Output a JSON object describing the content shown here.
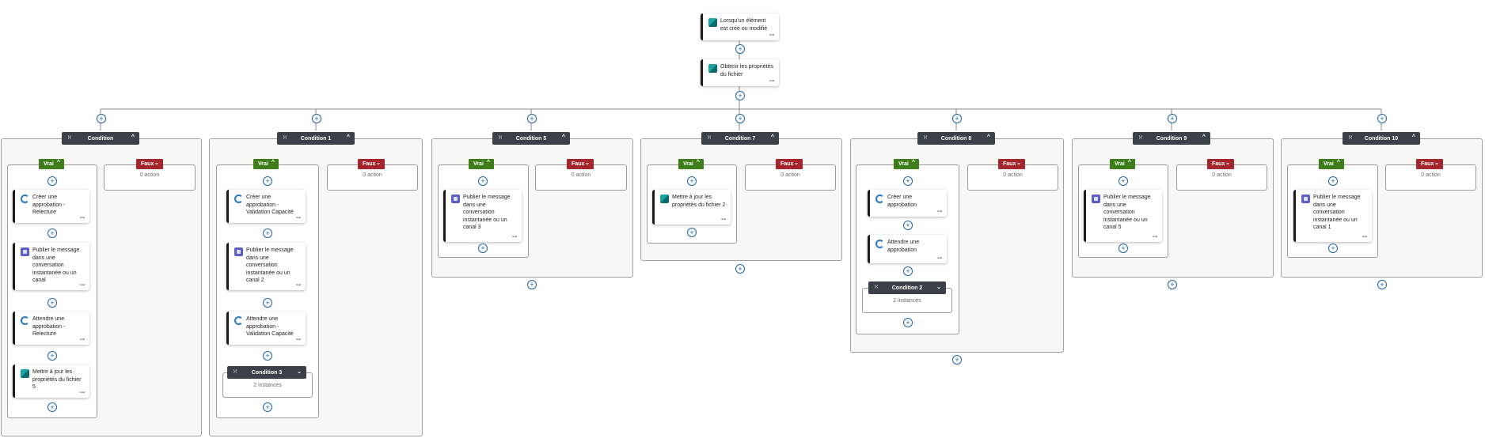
{
  "colors": {
    "canvas": "#ffffff",
    "panel": "#f7f7f6",
    "header": "#3c4149",
    "vrai": "#3e7d1a",
    "faux": "#a4262c",
    "plus": "#1f62a5"
  },
  "trigger": {
    "label": "Lorsqu'un élément est créé ou modifié",
    "icon": "sharepoint-icon"
  },
  "get_props": {
    "label": "Obtenir les propriétés du fichier",
    "icon": "sharepoint-icon"
  },
  "labels": {
    "vrai": "Vrai",
    "faux": "Faux",
    "zero": "0 action",
    "plus": "+"
  },
  "conditions": [
    {
      "title": "Condition",
      "yes": [
        {
          "label": "Créer une approbation - Relecture",
          "icon": "approval-icon"
        },
        {
          "label": "Publier le message dans une conversation instantanée ou un canal",
          "icon": "teams-icon"
        },
        {
          "label": "Attendre une approbation - Relecture",
          "icon": "approval-icon"
        },
        {
          "label": "Mettre à jour les propriétés du fichier 5",
          "icon": "sharepoint-icon"
        }
      ]
    },
    {
      "title": "Condition 1",
      "yes": [
        {
          "label": "Créer une approbation - Validation Capacité",
          "icon": "approval-icon"
        },
        {
          "label": "Publier le message dans une conversation instantanée ou un canal 2",
          "icon": "teams-icon"
        },
        {
          "label": "Attendre une approbation - Validation Capacité",
          "icon": "approval-icon"
        }
      ],
      "nested": {
        "title": "Condition 3",
        "summary": "2 instances"
      }
    },
    {
      "title": "Condition 5",
      "yes": [
        {
          "label": "Publier le message dans une conversation instantanée ou un canal 3",
          "icon": "teams-icon"
        }
      ]
    },
    {
      "title": "Condition 7",
      "yes": [
        {
          "label": "Mettre à jour les propriétés du fichier 2",
          "icon": "sharepoint-icon"
        }
      ]
    },
    {
      "title": "Condition 8",
      "yes": [
        {
          "label": "Créer une approbation",
          "icon": "approval-icon"
        },
        {
          "label": "Attendre une approbation",
          "icon": "approval-icon"
        }
      ],
      "nested": {
        "title": "Condition 2",
        "summary": "2 instances"
      }
    },
    {
      "title": "Condition 9",
      "yes": [
        {
          "label": "Publier le message dans une conversation instantanée ou un canal 5",
          "icon": "teams-icon"
        }
      ]
    },
    {
      "title": "Condition 10",
      "yes": [
        {
          "label": "Publier le message dans une conversation instantanée ou un canal 1",
          "icon": "teams-icon"
        }
      ]
    }
  ]
}
